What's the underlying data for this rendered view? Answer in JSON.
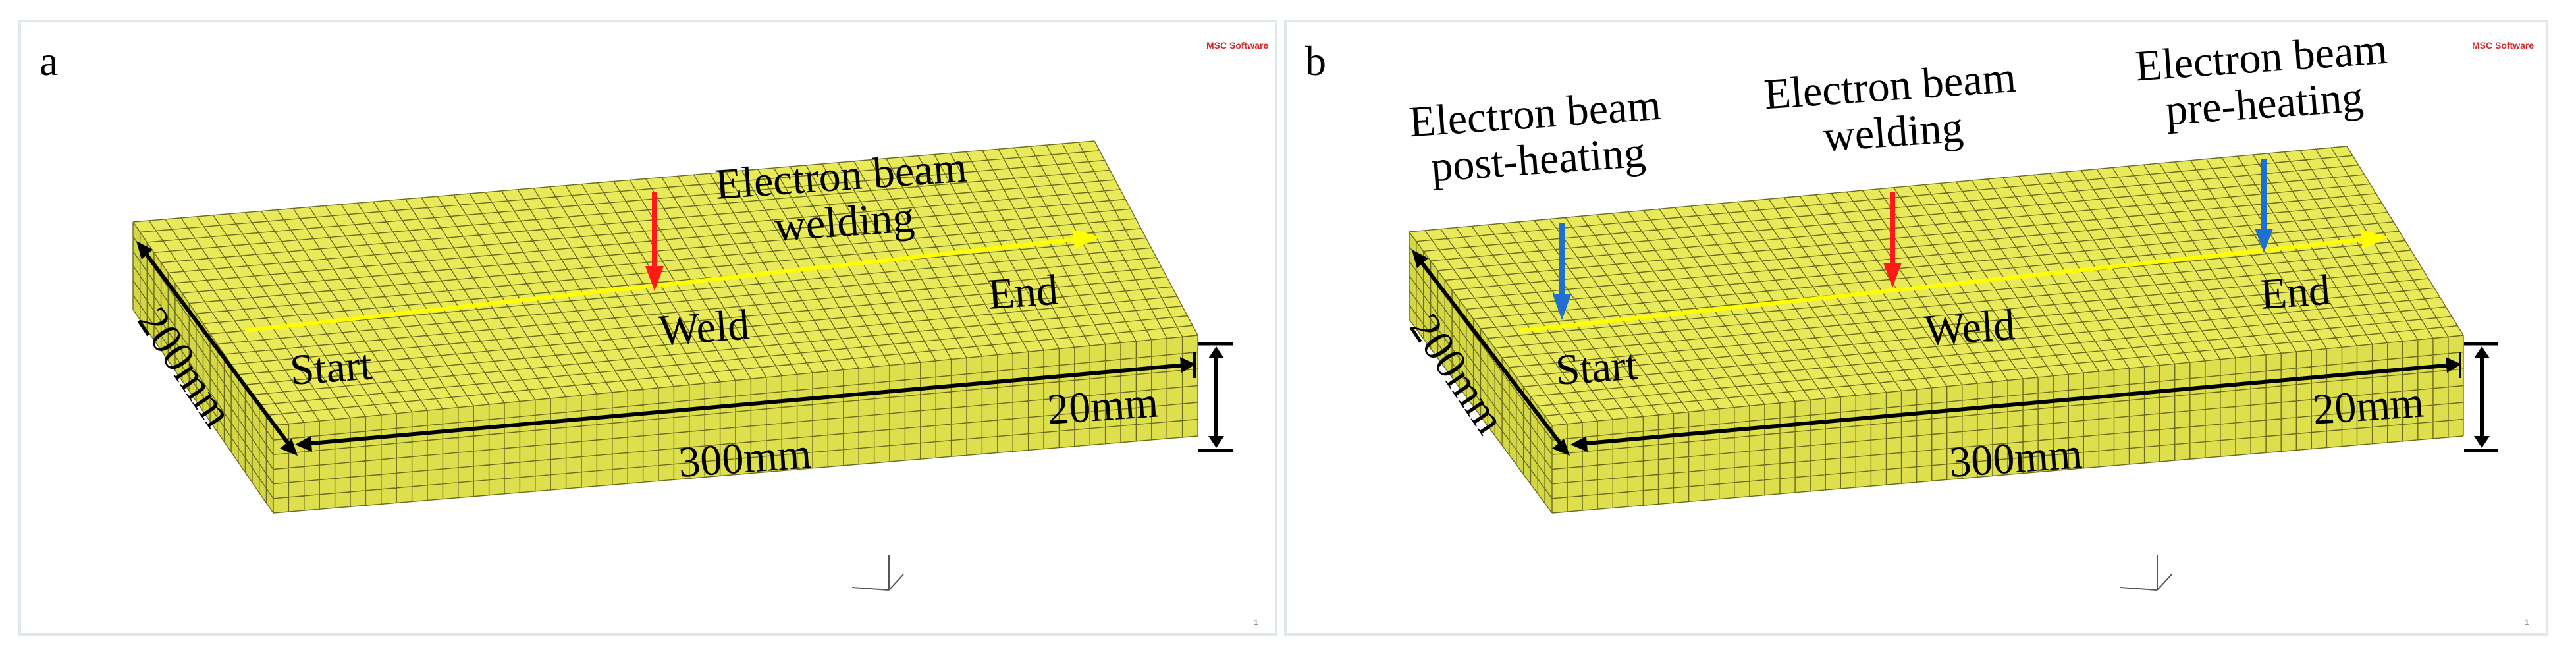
{
  "panels": [
    {
      "letter": "a",
      "logo": "MSC Software",
      "beams": [
        {
          "label_lines": [
            "Electron beam",
            "welding"
          ],
          "color": "#ff1a1a"
        }
      ],
      "labels": {
        "weld": "Weld",
        "start": "Start",
        "end": "End"
      },
      "dimensions": {
        "width": "200mm",
        "length": "300mm",
        "thickness": "20mm"
      },
      "page_number": "1"
    },
    {
      "letter": "b",
      "logo": "MSC Software",
      "beams": [
        {
          "label_lines": [
            "Electron beam",
            "post-heating"
          ],
          "color": "#1f6fd1"
        },
        {
          "label_lines": [
            "Electron beam",
            "welding"
          ],
          "color": "#ff1a1a"
        },
        {
          "label_lines": [
            "Electron beam",
            "pre-heating"
          ],
          "color": "#1f6fd1"
        }
      ],
      "labels": {
        "weld": "Weld",
        "start": "Start",
        "end": "End"
      },
      "dimensions": {
        "width": "200mm",
        "length": "300mm",
        "thickness": "20mm"
      },
      "page_number": "1"
    }
  ],
  "colors": {
    "mesh_fill": "#e8ea5a",
    "mesh_side": "#d9dc4a",
    "mesh_line": "#6b6b20",
    "path": "#ffff00"
  }
}
